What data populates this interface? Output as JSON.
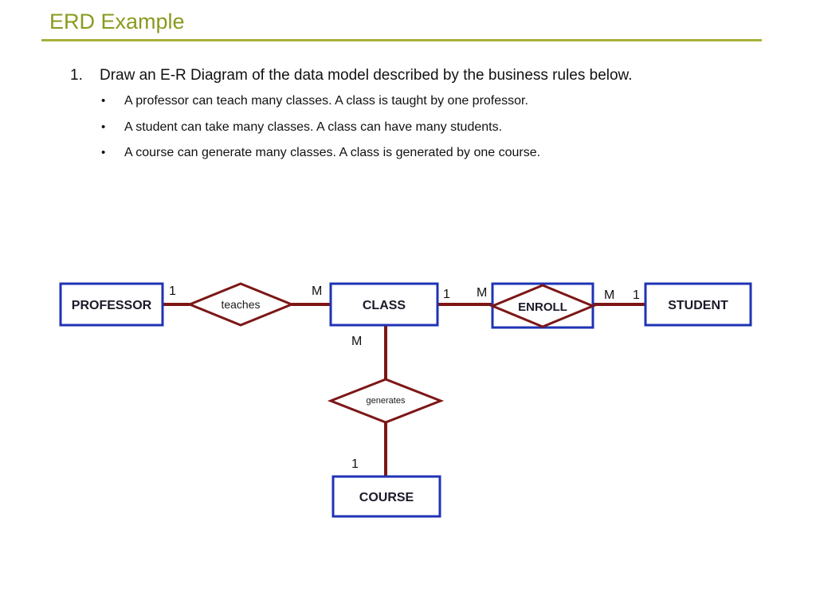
{
  "slide": {
    "title": "ERD Example",
    "question_number": "1.",
    "question_text": "Draw an E-R Diagram of the data model described by the business rules below.",
    "bullets": [
      "A professor can teach many classes. A class is taught by one professor.",
      "A student can take many classes. A class can have many students.",
      "A course can generate many classes. A class is generated by one course."
    ],
    "bullet_glyph": "•"
  },
  "diagram": {
    "colors": {
      "entity_border": "#1f33b5",
      "relationship": "#7d1616"
    },
    "entities": {
      "professor": "PROFESSOR",
      "class": "CLASS",
      "student": "STUDENT",
      "course": "COURSE"
    },
    "relationships": {
      "teaches": "teaches",
      "enroll": "ENROLL",
      "generates": "generates"
    },
    "cardinalities": {
      "professor_teaches": "1",
      "teaches_class": "M",
      "class_enroll": "1",
      "enroll_left": "M",
      "enroll_right": "M",
      "student_enroll": "1",
      "class_generates": "M",
      "course_generates": "1"
    }
  }
}
